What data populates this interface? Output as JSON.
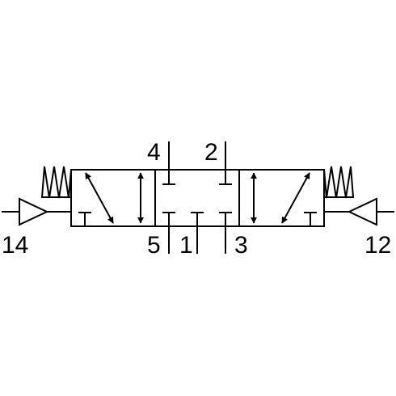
{
  "symbol": {
    "stroke_color": "#000000",
    "background_color": "#ffffff"
  },
  "ports": {
    "p4": "4",
    "p2": "2",
    "p5": "5",
    "p1": "1",
    "p3": "3",
    "p14": "14",
    "p12": "12"
  }
}
